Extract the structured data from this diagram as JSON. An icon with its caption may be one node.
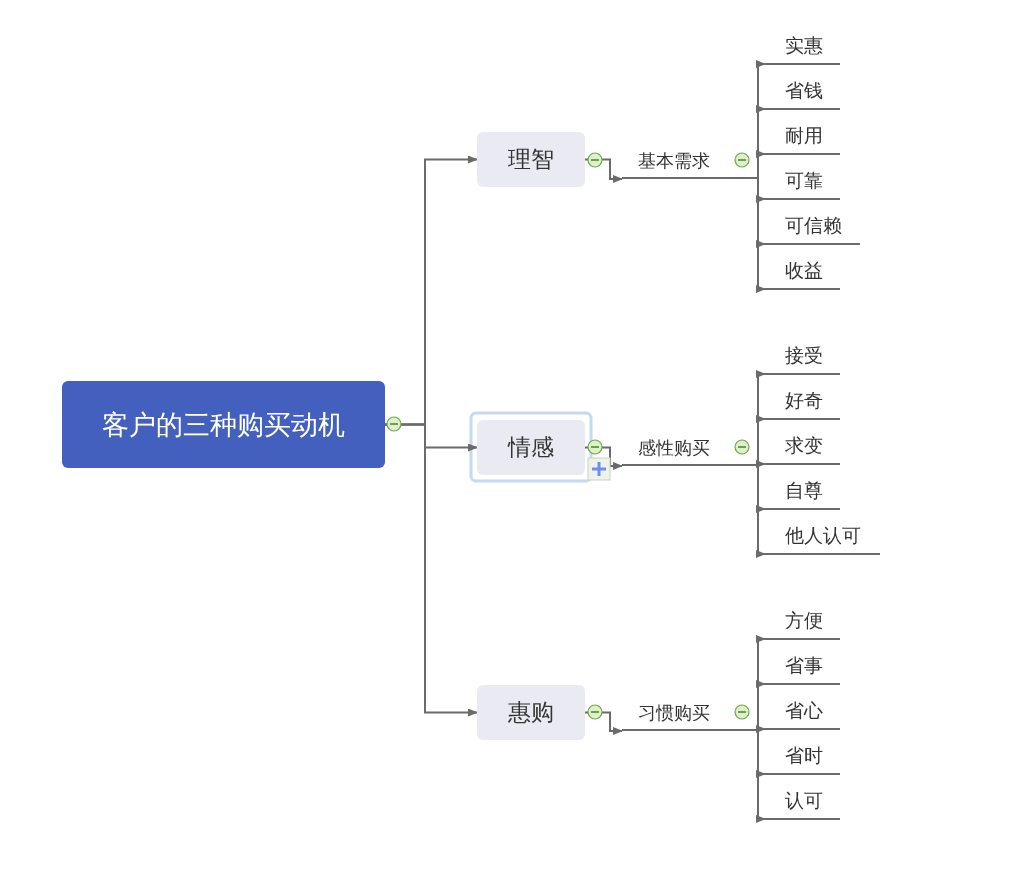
{
  "diagram": {
    "nodes": [
      {
        "text": [
          "客户的三种购买动机"
        ]
      },
      {
        "text": [
          "理智"
        ]
      },
      {
        "text": [
          "情感"
        ]
      },
      {
        "text": [
          "惠购"
        ]
      },
      {
        "text": [
          "基本需求"
        ]
      },
      {
        "text": [
          "感性购买"
        ]
      },
      {
        "text": [
          "习惯购买"
        ]
      },
      {
        "text": [
          "实惠"
        ]
      },
      {
        "text": [
          "省钱"
        ]
      },
      {
        "text": [
          "耐用"
        ]
      },
      {
        "text": [
          "可靠"
        ]
      },
      {
        "text": [
          "可信赖"
        ]
      },
      {
        "text": [
          "收益"
        ]
      },
      {
        "text": [
          "接受"
        ]
      },
      {
        "text": [
          "好奇"
        ]
      },
      {
        "text": [
          "求变"
        ]
      },
      {
        "text": [
          "自尊"
        ]
      },
      {
        "text": [
          "他人认可"
        ]
      },
      {
        "text": [
          "方便"
        ]
      },
      {
        "text": [
          "省事"
        ]
      },
      {
        "text": [
          "省心"
        ]
      },
      {
        "text": [
          "省时"
        ]
      },
      {
        "text": [
          "认可"
        ]
      }
    ],
    "edges": [
      {
        "from": 0,
        "to": 1,
        "arrow": "to"
      },
      {
        "from": 0,
        "to": 2,
        "arrow": "to"
      },
      {
        "from": 0,
        "to": 3,
        "arrow": "to"
      },
      {
        "from": 1,
        "to": 4,
        "arrow": "to"
      },
      {
        "from": 2,
        "to": 5,
        "arrow": "to"
      },
      {
        "from": 3,
        "to": 6,
        "arrow": "to"
      },
      {
        "from": 4,
        "to": 7,
        "arrow": "to"
      },
      {
        "from": 4,
        "to": 8,
        "arrow": "to"
      },
      {
        "from": 4,
        "to": 9,
        "arrow": "to"
      },
      {
        "from": 4,
        "to": 10,
        "arrow": "to"
      },
      {
        "from": 4,
        "to": 11,
        "arrow": "to"
      },
      {
        "from": 4,
        "to": 12,
        "arrow": "to"
      },
      {
        "from": 5,
        "to": 13,
        "arrow": "to"
      },
      {
        "from": 5,
        "to": 14,
        "arrow": "to"
      },
      {
        "from": 5,
        "to": 15,
        "arrow": "to"
      },
      {
        "from": 5,
        "to": 16,
        "arrow": "to"
      },
      {
        "from": 5,
        "to": 17,
        "arrow": "to"
      },
      {
        "from": 6,
        "to": 18,
        "arrow": "to"
      },
      {
        "from": 6,
        "to": 19,
        "arrow": "to"
      },
      {
        "from": 6,
        "to": 20,
        "arrow": "to"
      },
      {
        "from": 6,
        "to": 21,
        "arrow": "to"
      },
      {
        "from": 6,
        "to": 22,
        "arrow": "to"
      }
    ]
  }
}
